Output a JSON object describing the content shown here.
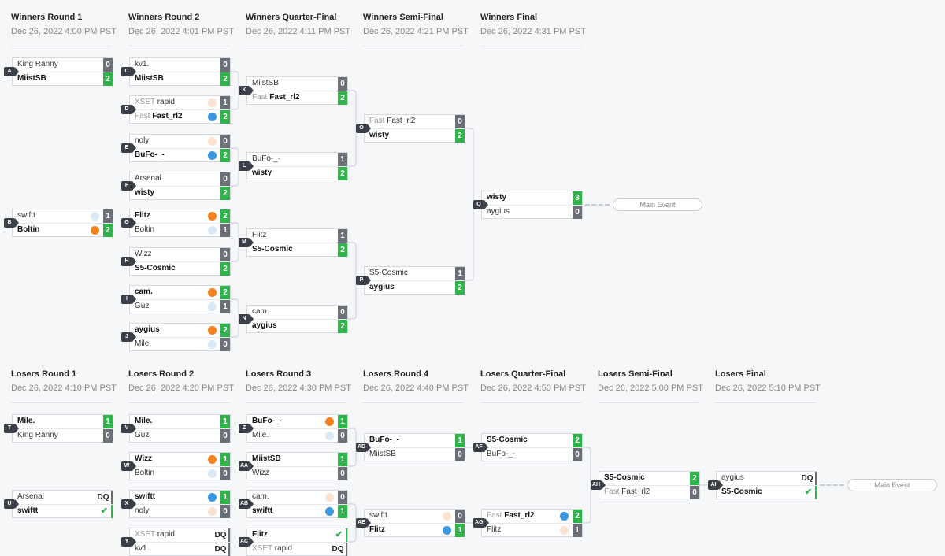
{
  "colors": {
    "win": "#2fb34a",
    "lose": "#6b6f78",
    "label_bg": "#3b4048",
    "orange": "#f58220",
    "blue": "#3a97e0",
    "peach": "#fbe3cf",
    "light_blue": "#d9e9f5"
  },
  "winners_rounds": [
    {
      "title": "Winners Round 1",
      "date": "Dec 26, 2022 4:00 PM PST"
    },
    {
      "title": "Winners Round 2",
      "date": "Dec 26, 2022 4:01 PM PST"
    },
    {
      "title": "Winners Quarter-Final",
      "date": "Dec 26, 2022 4:11 PM PST"
    },
    {
      "title": "Winners Semi-Final",
      "date": "Dec 26, 2022 4:21 PM PST"
    },
    {
      "title": "Winners Final",
      "date": "Dec 26, 2022 4:31 PM PST"
    }
  ],
  "losers_rounds": [
    {
      "title": "Losers Round 1",
      "date": "Dec 26, 2022 4:10 PM PST"
    },
    {
      "title": "Losers Round 2",
      "date": "Dec 26, 2022 4:20 PM PST"
    },
    {
      "title": "Losers Round 3",
      "date": "Dec 26, 2022 4:30 PM PST"
    },
    {
      "title": "Losers Round 4",
      "date": "Dec 26, 2022 4:40 PM PST"
    },
    {
      "title": "Losers Quarter-Final",
      "date": "Dec 26, 2022 4:50 PM PST"
    },
    {
      "title": "Losers Semi-Final",
      "date": "Dec 26, 2022 5:00 PM PST"
    },
    {
      "title": "Losers Final",
      "date": "Dec 26, 2022 5:10 PM PST"
    }
  ],
  "matches": [
    {
      "id": "A",
      "p1": {
        "name": "King Ranny",
        "score": "0"
      },
      "p2": {
        "name": "MiistSB",
        "score": "2",
        "win": true
      }
    },
    {
      "id": "B",
      "p1": {
        "name": "swiftt",
        "score": "1",
        "icon": "light_blue"
      },
      "p2": {
        "name": "Boltin",
        "score": "2",
        "win": true,
        "icon": "orange"
      }
    },
    {
      "id": "C",
      "p1": {
        "name": "kv1.",
        "score": "0"
      },
      "p2": {
        "name": "MiistSB",
        "score": "2",
        "win": true
      }
    },
    {
      "id": "D",
      "p1": {
        "tag": "XSET",
        "name": "rapid",
        "score": "1",
        "icon": "peach"
      },
      "p2": {
        "tag": "Fast",
        "name": "Fast_rl2",
        "score": "2",
        "win": true,
        "icon": "blue"
      }
    },
    {
      "id": "E",
      "p1": {
        "name": "noly",
        "score": "0",
        "icon": "peach"
      },
      "p2": {
        "name": "BuFo-_-",
        "score": "2",
        "win": true,
        "icon": "blue"
      }
    },
    {
      "id": "F",
      "p1": {
        "name": "Arsenal",
        "score": "0"
      },
      "p2": {
        "name": "wisty",
        "score": "2",
        "win": true
      }
    },
    {
      "id": "G",
      "p1": {
        "name": "Flitz",
        "score": "2",
        "win": true,
        "icon": "orange"
      },
      "p2": {
        "name": "Boltin",
        "score": "1",
        "icon": "light_blue"
      }
    },
    {
      "id": "H",
      "p1": {
        "name": "Wizz",
        "score": "0"
      },
      "p2": {
        "name": "S5-Cosmic",
        "score": "2",
        "win": true
      }
    },
    {
      "id": "I",
      "p1": {
        "name": "cam.",
        "score": "2",
        "win": true,
        "icon": "orange"
      },
      "p2": {
        "name": "Guz",
        "score": "1",
        "icon": "light_blue"
      }
    },
    {
      "id": "J",
      "p1": {
        "name": "aygius",
        "score": "2",
        "win": true,
        "icon": "orange"
      },
      "p2": {
        "name": "Mile.",
        "score": "0",
        "icon": "light_blue"
      }
    },
    {
      "id": "K",
      "p1": {
        "name": "MiistSB",
        "score": "0"
      },
      "p2": {
        "tag": "Fast",
        "name": "Fast_rl2",
        "score": "2",
        "win": true
      }
    },
    {
      "id": "L",
      "p1": {
        "name": "BuFo-_-",
        "score": "1"
      },
      "p2": {
        "name": "wisty",
        "score": "2",
        "win": true
      }
    },
    {
      "id": "M",
      "p1": {
        "name": "Flitz",
        "score": "1"
      },
      "p2": {
        "name": "S5-Cosmic",
        "score": "2",
        "win": true
      }
    },
    {
      "id": "N",
      "p1": {
        "name": "cam.",
        "score": "0"
      },
      "p2": {
        "name": "aygius",
        "score": "2",
        "win": true
      }
    },
    {
      "id": "O",
      "p1": {
        "tag": "Fast",
        "name": "Fast_rl2",
        "score": "0"
      },
      "p2": {
        "name": "wisty",
        "score": "2",
        "win": true
      }
    },
    {
      "id": "P",
      "p1": {
        "name": "S5-Cosmic",
        "score": "1"
      },
      "p2": {
        "name": "aygius",
        "score": "2",
        "win": true
      }
    },
    {
      "id": "Q",
      "p1": {
        "name": "wisty",
        "score": "3",
        "win": true
      },
      "p2": {
        "name": "aygius",
        "score": "0"
      }
    },
    {
      "id": "T",
      "p1": {
        "name": "Mile.",
        "score": "1",
        "win": true
      },
      "p2": {
        "name": "King Ranny",
        "score": "0"
      }
    },
    {
      "id": "U",
      "p1": {
        "name": "Arsenal",
        "score": "DQ",
        "dq": true
      },
      "p2": {
        "name": "swiftt",
        "score": "✔",
        "win": true,
        "check": true
      }
    },
    {
      "id": "V",
      "p1": {
        "name": "Mile.",
        "score": "1",
        "win": true
      },
      "p2": {
        "name": "Guz",
        "score": "0"
      }
    },
    {
      "id": "W",
      "p1": {
        "name": "Wizz",
        "score": "1",
        "win": true,
        "icon": "orange"
      },
      "p2": {
        "name": "Boltin",
        "score": "0",
        "icon": "light_blue"
      }
    },
    {
      "id": "X",
      "p1": {
        "name": "swiftt",
        "score": "1",
        "win": true,
        "icon": "blue"
      },
      "p2": {
        "name": "noly",
        "score": "0",
        "icon": "peach"
      }
    },
    {
      "id": "Y",
      "p1": {
        "tag": "XSET",
        "name": "rapid",
        "score": "DQ",
        "dq": true
      },
      "p2": {
        "name": "kv1.",
        "score": "DQ",
        "dq": true
      }
    },
    {
      "id": "Z",
      "p1": {
        "name": "BuFo-_-",
        "score": "1",
        "win": true,
        "icon": "orange"
      },
      "p2": {
        "name": "Mile.",
        "score": "0",
        "icon": "light_blue"
      }
    },
    {
      "id": "AA",
      "p1": {
        "name": "MiistSB",
        "score": "1",
        "win": true
      },
      "p2": {
        "name": "Wizz",
        "score": "0"
      }
    },
    {
      "id": "AB",
      "p1": {
        "name": "cam.",
        "score": "0",
        "icon": "peach"
      },
      "p2": {
        "name": "swiftt",
        "score": "1",
        "win": true,
        "icon": "blue"
      }
    },
    {
      "id": "AC",
      "p1": {
        "name": "Flitz",
        "score": "✔",
        "win": true,
        "check": true
      },
      "p2": {
        "tag": "XSET",
        "name": "rapid",
        "score": "DQ",
        "dq": true
      }
    },
    {
      "id": "AD",
      "p1": {
        "name": "BuFo-_-",
        "score": "1",
        "win": true
      },
      "p2": {
        "name": "MiistSB",
        "score": "0"
      }
    },
    {
      "id": "AE",
      "p1": {
        "name": "swiftt",
        "score": "0",
        "icon": "peach"
      },
      "p2": {
        "name": "Flitz",
        "score": "1",
        "win": true,
        "icon": "blue"
      }
    },
    {
      "id": "AF",
      "p1": {
        "name": "S5-Cosmic",
        "score": "2",
        "win": true
      },
      "p2": {
        "name": "BuFo-_-",
        "score": "0"
      }
    },
    {
      "id": "AG",
      "p1": {
        "tag": "Fast",
        "name": "Fast_rl2",
        "score": "2",
        "win": true,
        "icon": "blue"
      },
      "p2": {
        "name": "Flitz",
        "score": "1",
        "icon": "peach"
      }
    },
    {
      "id": "AH",
      "p1": {
        "name": "S5-Cosmic",
        "score": "2",
        "win": true
      },
      "p2": {
        "tag": "Fast",
        "name": "Fast_rl2",
        "score": "0"
      }
    },
    {
      "id": "AI",
      "p1": {
        "name": "aygius",
        "score": "DQ",
        "dq": true
      },
      "p2": {
        "name": "S5-Cosmic",
        "score": "✔",
        "win": true,
        "check": true
      }
    }
  ],
  "main_event": {
    "label": "Main Event"
  }
}
